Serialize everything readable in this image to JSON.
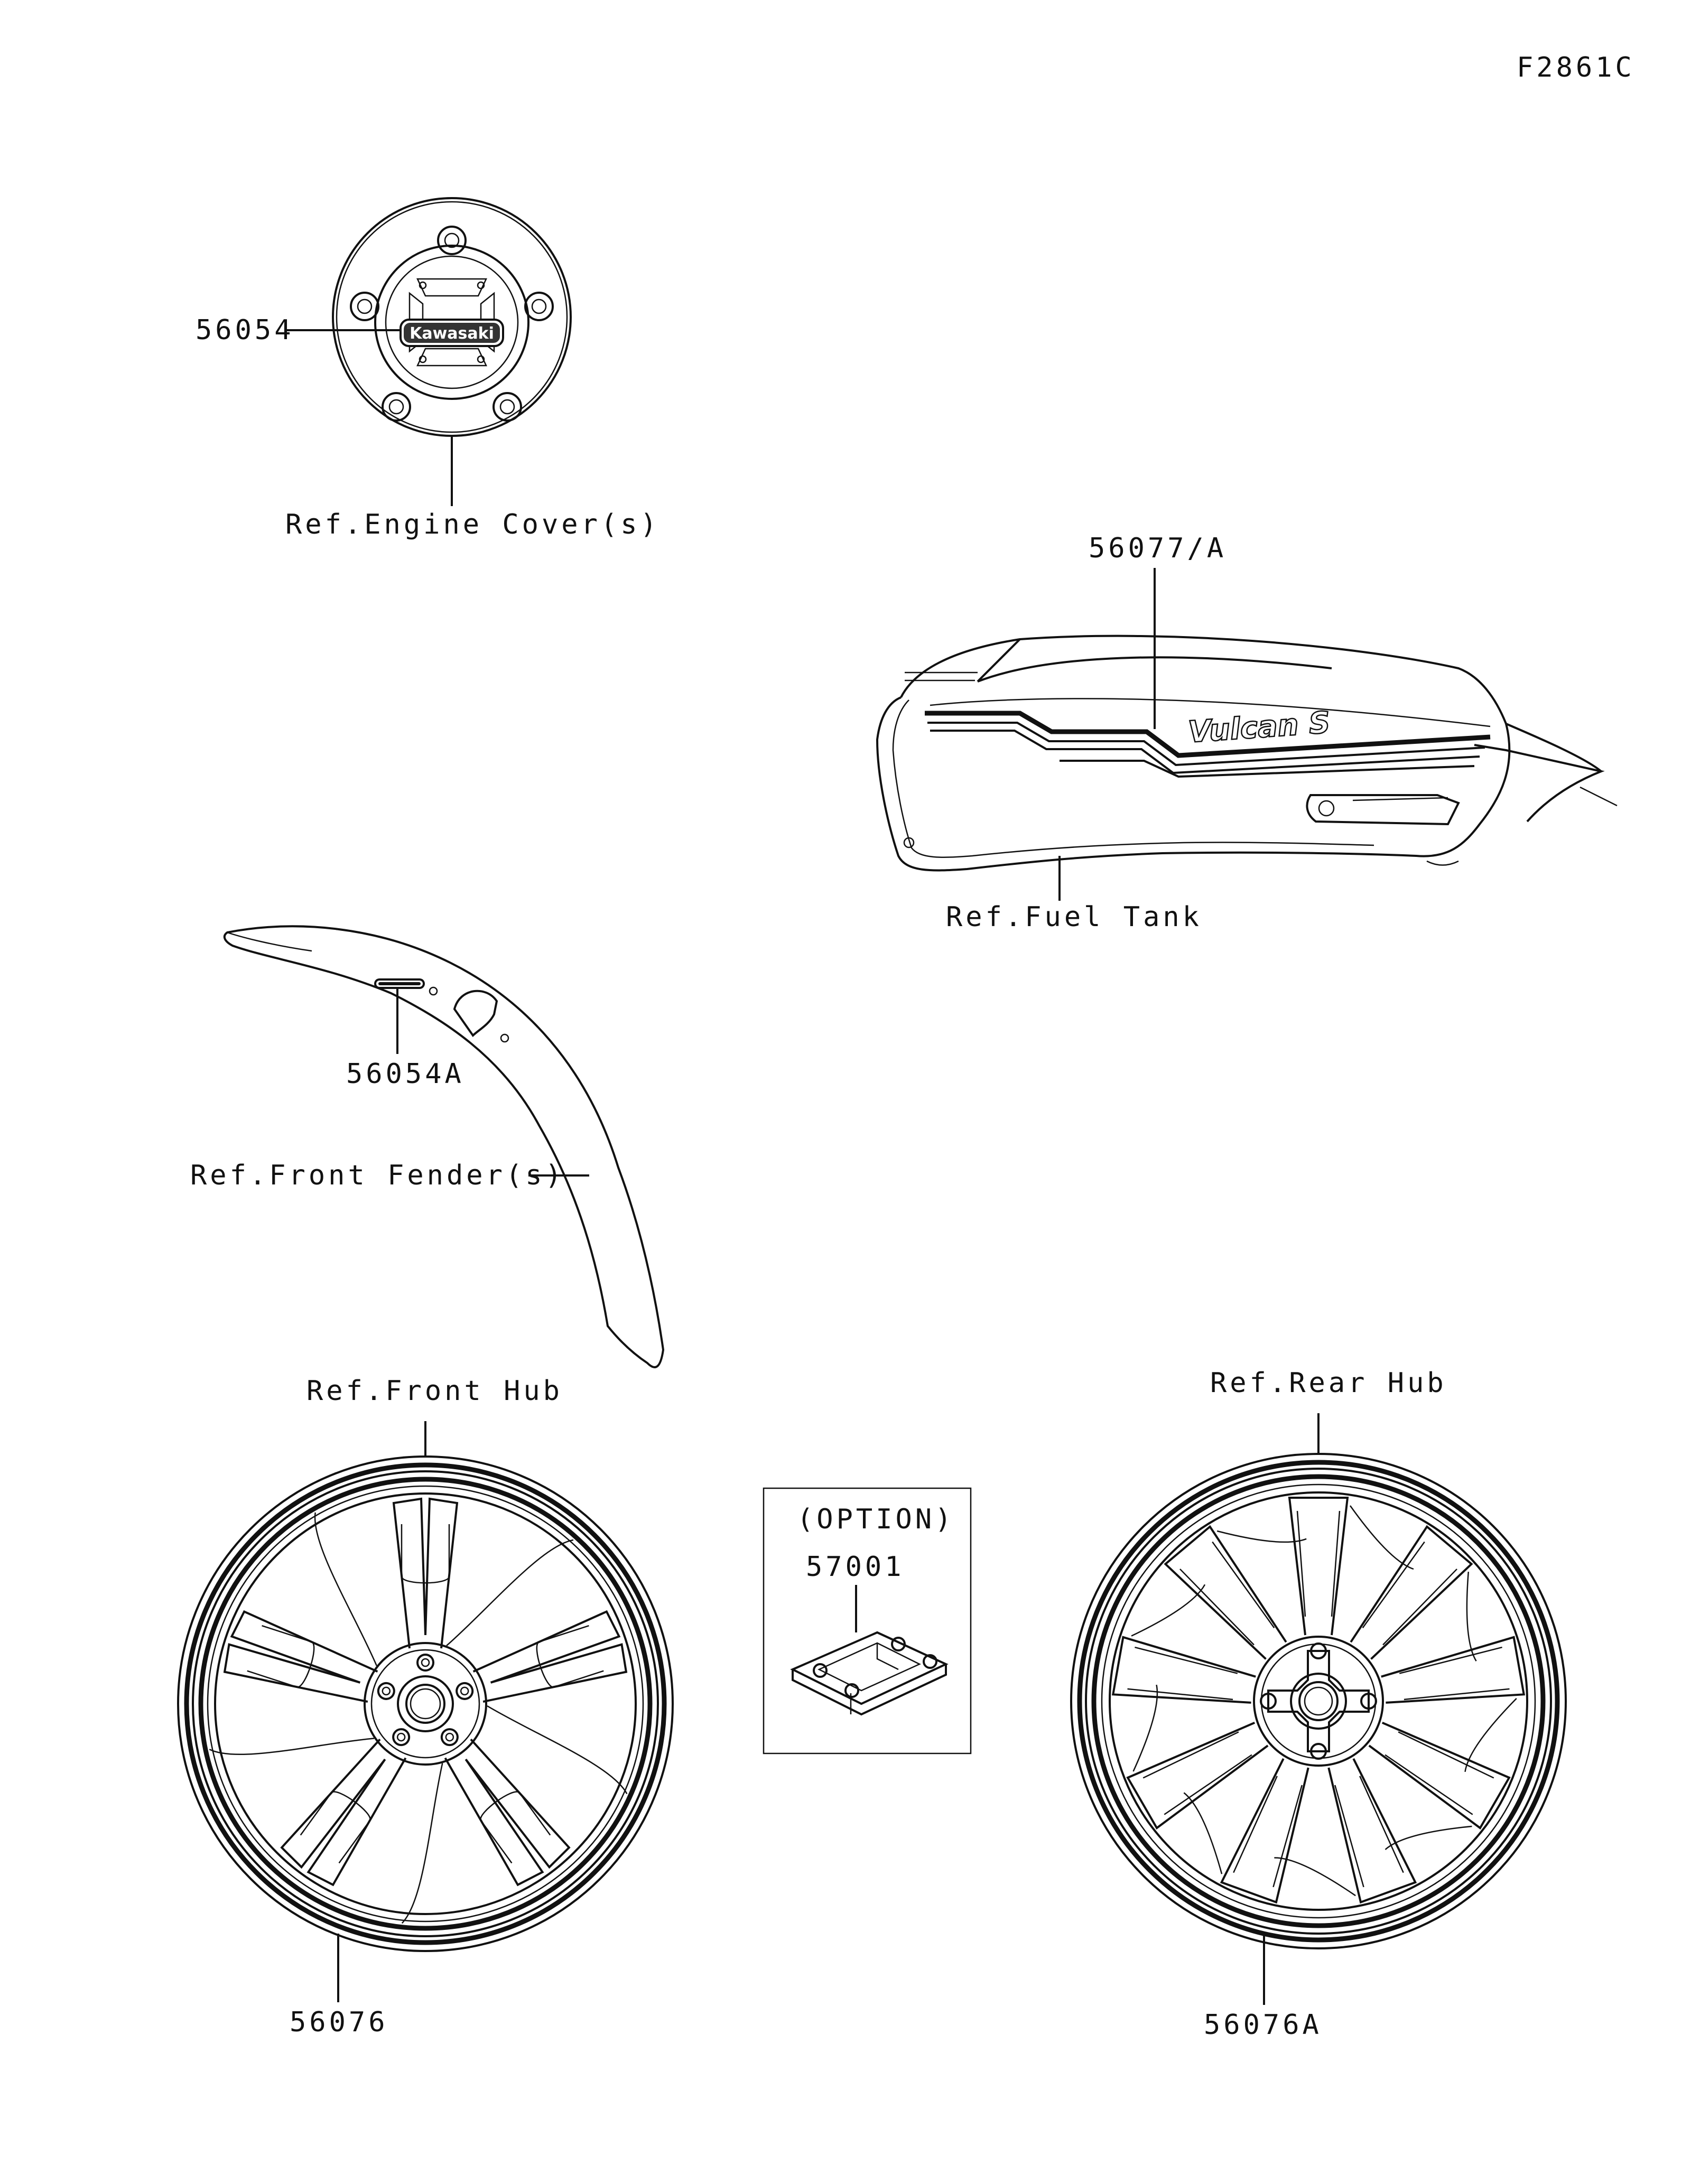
{
  "diagram_code": "F2861C",
  "callouts": {
    "engine_cover_part": "56054",
    "engine_cover_ref": "Ref.Engine Cover(s)",
    "fuel_tank_part": "56077/A",
    "fuel_tank_ref": "Ref.Fuel Tank",
    "front_fender_part": "56054A",
    "front_fender_ref": "Ref.Front Fender(s)",
    "front_hub_ref": "Ref.Front Hub",
    "front_hub_part": "56076",
    "rear_hub_ref": "Ref.Rear Hub",
    "rear_hub_part": "56076A",
    "option_label": "(OPTION)",
    "option_part": "57001"
  },
  "logos": {
    "engine_cover_brand": "Kawasaki",
    "fuel_tank_model": "Vulcan S"
  }
}
